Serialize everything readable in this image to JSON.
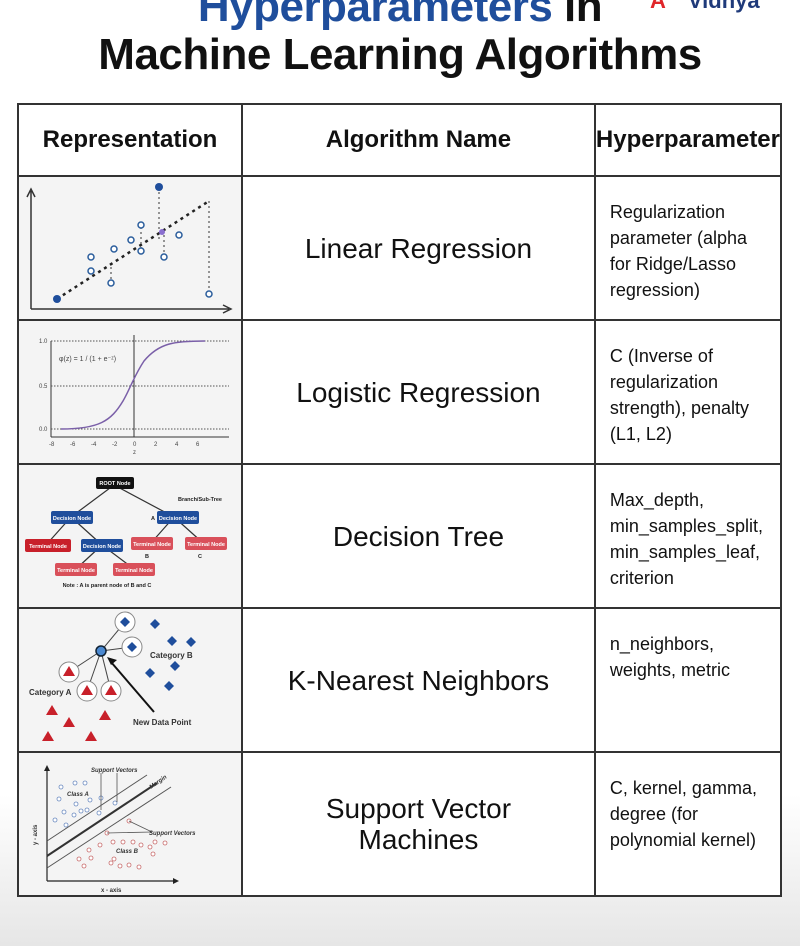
{
  "title": {
    "line1_highlight": "Hyperparameters",
    "line1_rest": " in",
    "line2": "Machine Learning Algorithms"
  },
  "logo": {
    "text": "Vidhya",
    "mark": "A"
  },
  "colors": {
    "title_blue": "#1f4e9c",
    "node_blue": "#1f4e9c",
    "node_red": "#d0303a",
    "root": "#111111"
  },
  "table": {
    "headers": [
      "Representation",
      "Algorithm Name",
      "Hyperparameter"
    ],
    "rows": [
      {
        "algorithm": "Linear Regression",
        "hyperparameter": "Regularization parameter (alpha for Ridge/Lasso regression)"
      },
      {
        "algorithm": "Logistic Regression",
        "hyperparameter": "C (Inverse of regularization strength), penalty (L1, L2)"
      },
      {
        "algorithm": "Decision Tree",
        "hyperparameter": "Max_depth, min_samples_split, min_samples_leaf, criterion"
      },
      {
        "algorithm": "K-Nearest Neighbors",
        "hyperparameter": "n_neighbors, weights, metric"
      },
      {
        "algorithm": "Support Vector Machines",
        "hyperparameter": "C, kernel, gamma, degree (for polynomial kernel)"
      }
    ]
  },
  "logistic": {
    "formula": "φ(z) = 1 / (1 + e⁻ᶻ)",
    "y_ticks": [
      "1.0",
      "0.5",
      "0.0"
    ],
    "x_ticks": [
      "-8",
      "-6",
      "-4",
      "-2",
      "0",
      "2",
      "4",
      "6"
    ],
    "x_label": "z"
  },
  "tree": {
    "root": "ROOT Node",
    "decision": "Decision Node",
    "terminal": "Terminal Node",
    "branch": "Branch/Sub-Tree",
    "a": "A",
    "b": "B",
    "c": "C",
    "note": "Note : A is parent node of B and C"
  },
  "knn": {
    "cat_a": "Category A",
    "cat_b": "Category B",
    "new_point": "New Data Point"
  },
  "svm": {
    "support_vectors": "Support Vectors",
    "margin": "Margin",
    "class_a": "Class A",
    "class_b": "Class B",
    "x_axis": "x - axis",
    "y_axis": "y - axis"
  }
}
